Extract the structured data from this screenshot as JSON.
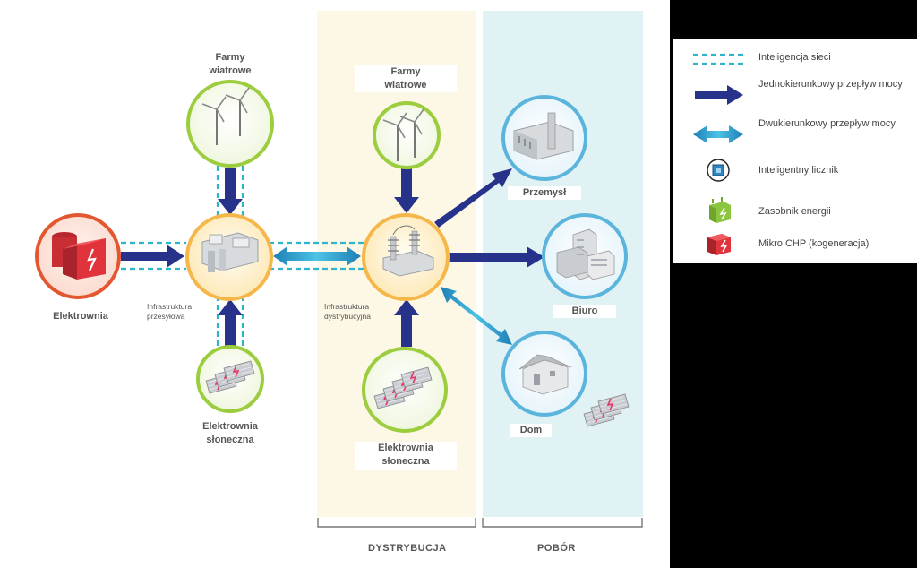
{
  "nodes": {
    "wind_farms_left": "Farmy\nwiatrowe",
    "wind_farms_mid": "Farmy\nwiatrowe",
    "power_plant": "Elektrownia",
    "transmission_infra": "Infrastruktura\nprzesyłowa",
    "distribution_infra": "Infrastruktura\ndystrybucyjna",
    "solar_left": "Elektrownia\nsłoneczna",
    "solar_mid": "Elektrownia\nsłoneczna",
    "industry": "Przemysł",
    "office": "Biuro",
    "home": "Dom"
  },
  "zones": {
    "distribution": "DYSTRYBUCJA",
    "consumption": "POBÓR"
  },
  "legend": [
    {
      "icon": "dashed-line-icon",
      "label": "Inteligencja sieci"
    },
    {
      "icon": "one-way-arrow-icon",
      "label": "Jednokierunkowy przepływ mocy"
    },
    {
      "icon": "two-way-arrow-icon",
      "label": "Dwukierunkowy przepływ mocy"
    },
    {
      "icon": "smart-meter-icon",
      "label": "Inteligentny licznik"
    },
    {
      "icon": "energy-storage-icon",
      "label": "Zasobnik energii"
    },
    {
      "icon": "micro-chp-icon",
      "label": "Mikro CHP (kogeneracja)"
    }
  ],
  "colors": {
    "dark_arrow": "#27338a",
    "light_arrow": "#2a9fd0",
    "dashed": "#2fb3cc",
    "generation_ring": "#9ccd3f",
    "hub_ring": "#f5b74a",
    "plant_ring": "#e2572f",
    "consumer_ring": "#5ab4dc",
    "distribution_zone": "#fdf8e6",
    "consumption_zone": "#e1f2f4"
  }
}
